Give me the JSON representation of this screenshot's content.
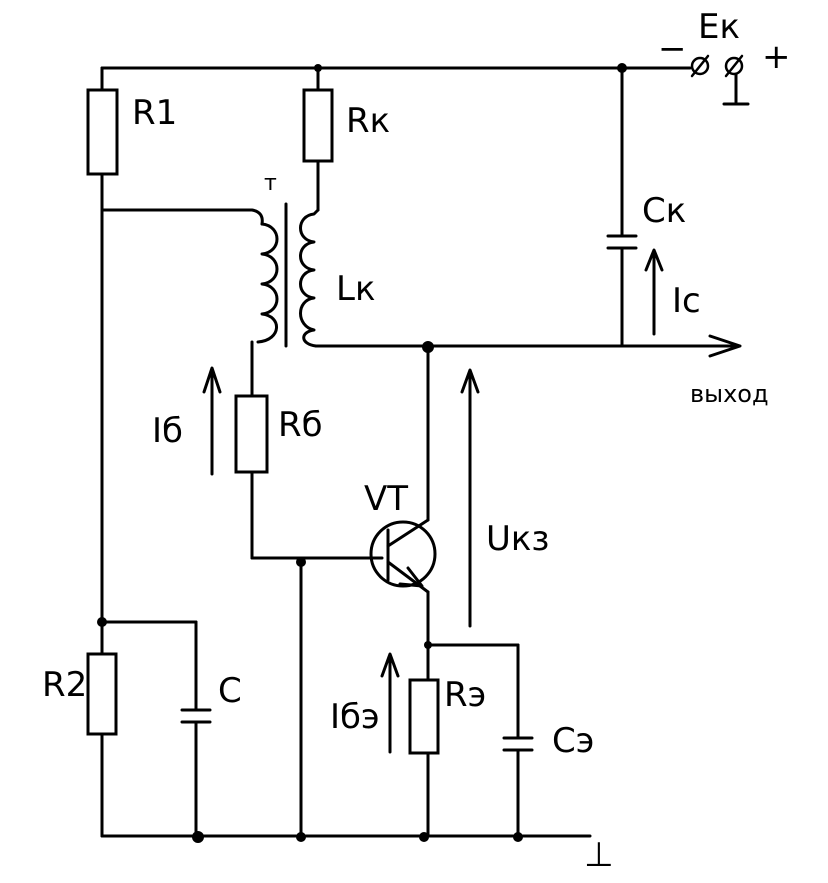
{
  "labels": {
    "r1": "R1",
    "rk": "Rк",
    "t": "т",
    "lk": "Lк",
    "ck": "Cк",
    "ic": "Iс",
    "ek": "Eк",
    "minus": "−",
    "plus": "+",
    "vyhod": "выход",
    "ib": "Iб",
    "rb": "Rб",
    "vt": "VT",
    "ukz": "Uкз",
    "r2": "R2",
    "c": "C",
    "ibz": "Iбэ",
    "rz": "Rэ",
    "cz": "Cэ",
    "ground": "⊥"
  }
}
